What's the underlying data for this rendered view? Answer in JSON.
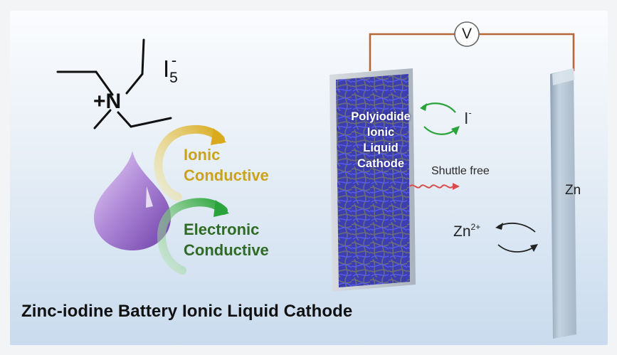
{
  "title": "Zinc-iodine Battery Ionic Liquid Cathode",
  "molecule": {
    "cation_label": "+N",
    "anion_base": "I",
    "anion_sub": "5",
    "anion_charge": "-"
  },
  "features": {
    "ionic": [
      "Ionic",
      "Conductive"
    ],
    "electronic": [
      "Electronic",
      "Conductive"
    ]
  },
  "cathode_label": [
    "Polyiodide",
    "Ionic",
    "Liquid",
    "Cathode"
  ],
  "iodide": {
    "base": "I",
    "charge": "-"
  },
  "shuttle_label": "Shuttle free",
  "voltmeter_label": "V",
  "anode_label": "Zn",
  "zinc_ion": {
    "base": "Zn",
    "charge": "2+"
  },
  "colors": {
    "ionic": "#caa21c",
    "electronic": "#2f6b26",
    "wire": "#b5683a",
    "drop": "#8d5fc0",
    "cathode_fiber": "#4a4fd0"
  }
}
